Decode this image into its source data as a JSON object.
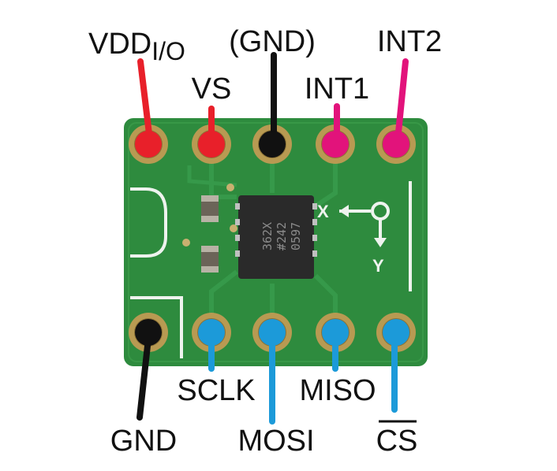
{
  "colors": {
    "power": "#e8202a",
    "ground": "#111111",
    "interrupt": "#e2137b",
    "spi": "#1c9ad9",
    "board": "#2e8b3e",
    "pad_gold": "#b89a52"
  },
  "top_pins": [
    {
      "label_main": "VDD",
      "label_sub": "I/O",
      "color_key": "power"
    },
    {
      "label_main": "VS",
      "label_sub": "",
      "color_key": "power"
    },
    {
      "label_main": "(GND)",
      "label_sub": "",
      "color_key": "ground"
    },
    {
      "label_main": "INT1",
      "label_sub": "",
      "color_key": "interrupt"
    },
    {
      "label_main": "INT2",
      "label_sub": "",
      "color_key": "interrupt"
    }
  ],
  "bottom_pins": [
    {
      "label_main": "GND",
      "color_key": "ground",
      "overline": false
    },
    {
      "label_main": "SCLK",
      "color_key": "spi",
      "overline": false
    },
    {
      "label_main": "MOSI",
      "color_key": "spi",
      "overline": false
    },
    {
      "label_main": "MISO",
      "color_key": "spi",
      "overline": false
    },
    {
      "label_main": "CS",
      "color_key": "spi",
      "overline": true
    }
  ],
  "chip": {
    "lines": [
      "362X",
      "#242",
      "0597"
    ]
  },
  "silkscreen": {
    "x_axis": "X",
    "y_axis": "Y"
  }
}
